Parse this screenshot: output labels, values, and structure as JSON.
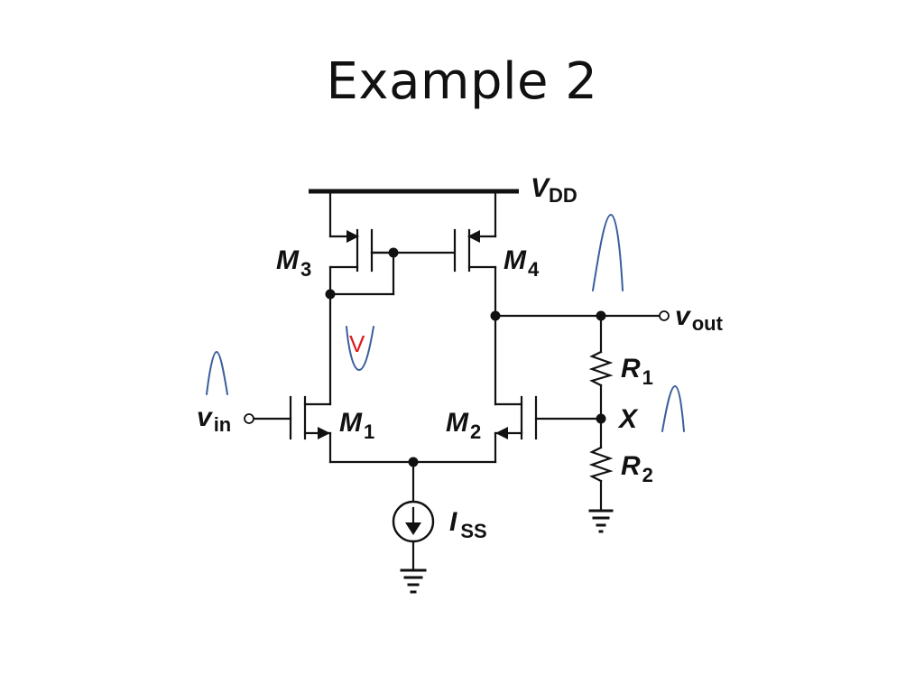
{
  "slide": {
    "title": "Example 2"
  },
  "labels": {
    "vdd": {
      "main": "V",
      "sub": "DD"
    },
    "m1": {
      "main": "M",
      "sub": "1"
    },
    "m2": {
      "main": "M",
      "sub": "2"
    },
    "m3": {
      "main": "M",
      "sub": "3"
    },
    "m4": {
      "main": "M",
      "sub": "4"
    },
    "vin": {
      "main": "v",
      "sub": "in"
    },
    "vout": {
      "main": "v",
      "sub": "out"
    },
    "r1": {
      "main": "R",
      "sub": "1"
    },
    "r2": {
      "main": "R",
      "sub": "2"
    },
    "x": {
      "main": "X"
    },
    "iss": {
      "main": "I",
      "sub": "SS"
    }
  },
  "annotations": {
    "node_marker": "V",
    "marker_color": "#e01b1b",
    "sketch_color": "#3a5e9c"
  }
}
